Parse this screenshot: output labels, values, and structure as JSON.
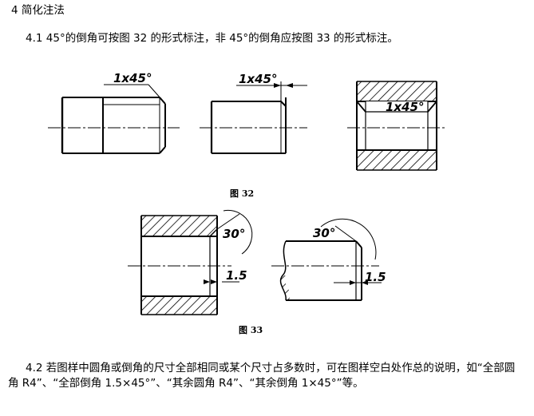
{
  "section": {
    "title": "4  简化注法"
  },
  "para_4_1": "4.1  45°的倒角可按图 32 的形式标注，非 45°的倒角应按图 33 的形式标注。",
  "figure_32": {
    "caption": "图 32",
    "dims": {
      "chamfer_a": "1x45°",
      "chamfer_b": "1x45°",
      "chamfer_c": "1x45°"
    }
  },
  "figure_33": {
    "caption": "图 33",
    "dims": {
      "angle_a": "30°",
      "length_a": "1.5",
      "angle_b": "30°",
      "length_b": "1.5"
    }
  },
  "para_4_2": "4.2  若图样中圆角或倒角的尺寸全部相同或某个尺寸占多数时，可在图样空白处作总的说明，如“全部圆角 R4”、“全部倒角 1.5×45°”、“其余圆角 R4”、“其余倒角 1×45°”等。"
}
